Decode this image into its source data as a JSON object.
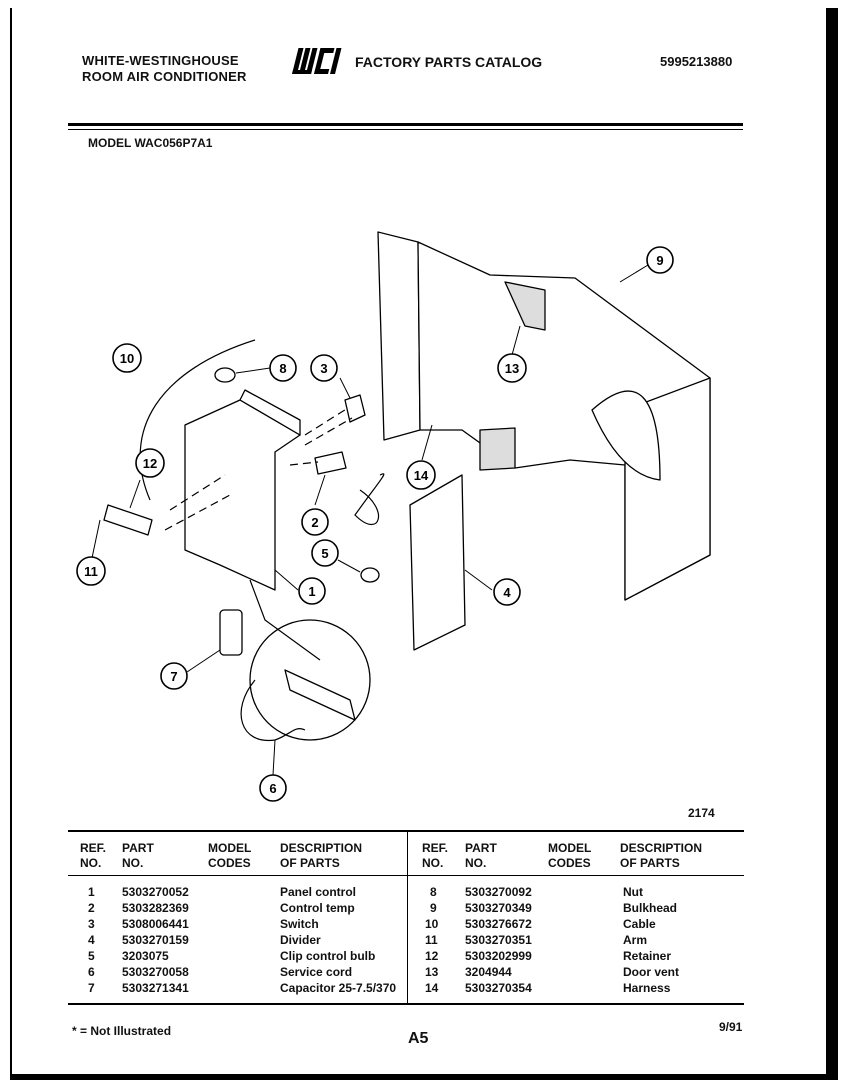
{
  "header": {
    "company_line1": "WHITE-WESTINGHOUSE",
    "company_line2": "ROOM AIR CONDITIONER",
    "logo_text": "WCI",
    "catalog_title": "FACTORY PARTS CATALOG",
    "catalog_number": "5995213880"
  },
  "model": "MODEL WAC056P7A1",
  "figure_number": "2174",
  "callouts": [
    "1",
    "2",
    "3",
    "4",
    "5",
    "6",
    "7",
    "8",
    "9",
    "10",
    "11",
    "12",
    "13",
    "14"
  ],
  "table": {
    "headers": {
      "ref": [
        "REF.",
        "NO."
      ],
      "part": [
        "PART",
        "NO."
      ],
      "model": [
        "MODEL",
        "CODES"
      ],
      "desc": [
        "DESCRIPTION",
        "OF PARTS"
      ]
    },
    "left_rows": [
      {
        "ref": "1",
        "part": "5303270052",
        "desc": "Panel control"
      },
      {
        "ref": "2",
        "part": "5303282369",
        "desc": "Control temp"
      },
      {
        "ref": "3",
        "part": "5308006441",
        "desc": "Switch"
      },
      {
        "ref": "4",
        "part": "5303270159",
        "desc": "Divider"
      },
      {
        "ref": "5",
        "part": "3203075",
        "desc": "Clip control bulb"
      },
      {
        "ref": "6",
        "part": "5303270058",
        "desc": "Service cord"
      },
      {
        "ref": "7",
        "part": "5303271341",
        "desc": "Capacitor 25-7.5/370"
      }
    ],
    "right_rows": [
      {
        "ref": "8",
        "part": "5303270092",
        "desc": "Nut"
      },
      {
        "ref": "9",
        "part": "5303270349",
        "desc": "Bulkhead"
      },
      {
        "ref": "10",
        "part": "5303276672",
        "desc": "Cable"
      },
      {
        "ref": "11",
        "part": "5303270351",
        "desc": "Arm"
      },
      {
        "ref": "12",
        "part": "5303202999",
        "desc": "Retainer"
      },
      {
        "ref": "13",
        "part": "3204944",
        "desc": "Door vent"
      },
      {
        "ref": "14",
        "part": "5303270354",
        "desc": "Harness"
      }
    ]
  },
  "footer": {
    "note": "* = Not Illustrated",
    "page": "A5",
    "date": "9/91"
  }
}
